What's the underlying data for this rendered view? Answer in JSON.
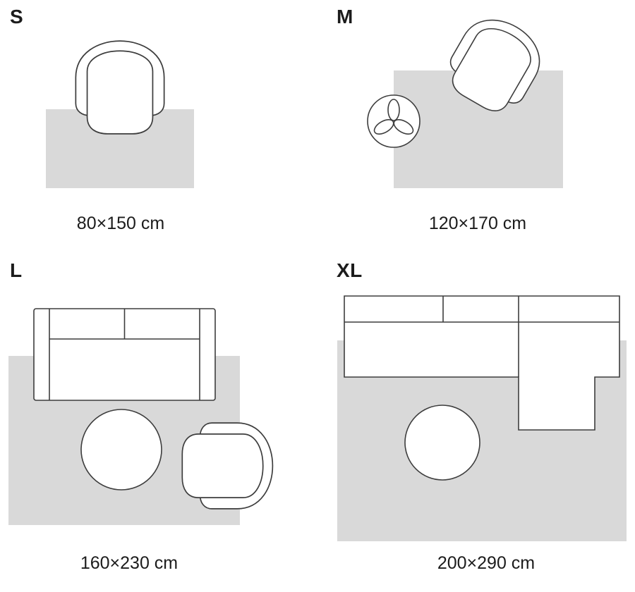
{
  "colors": {
    "background": "#ffffff",
    "rug_fill": "#d9d9d9",
    "furniture_fill": "#ffffff",
    "furniture_outline": "#3d3d3d",
    "text": "#1c1c1c"
  },
  "sizes": [
    {
      "id": "s",
      "label": "S",
      "dimensions": "80×150 cm",
      "furniture": [
        "armchair"
      ]
    },
    {
      "id": "m",
      "label": "M",
      "dimensions": "120×170 cm",
      "furniture": [
        "armchair",
        "plant-side-table"
      ]
    },
    {
      "id": "l",
      "label": "L",
      "dimensions": "160×230 cm",
      "furniture": [
        "two-seater-sofa",
        "round-coffee-table",
        "armchair"
      ]
    },
    {
      "id": "xl",
      "label": "XL",
      "dimensions": "200×290 cm",
      "furniture": [
        "sectional-sofa",
        "round-coffee-table"
      ]
    }
  ]
}
